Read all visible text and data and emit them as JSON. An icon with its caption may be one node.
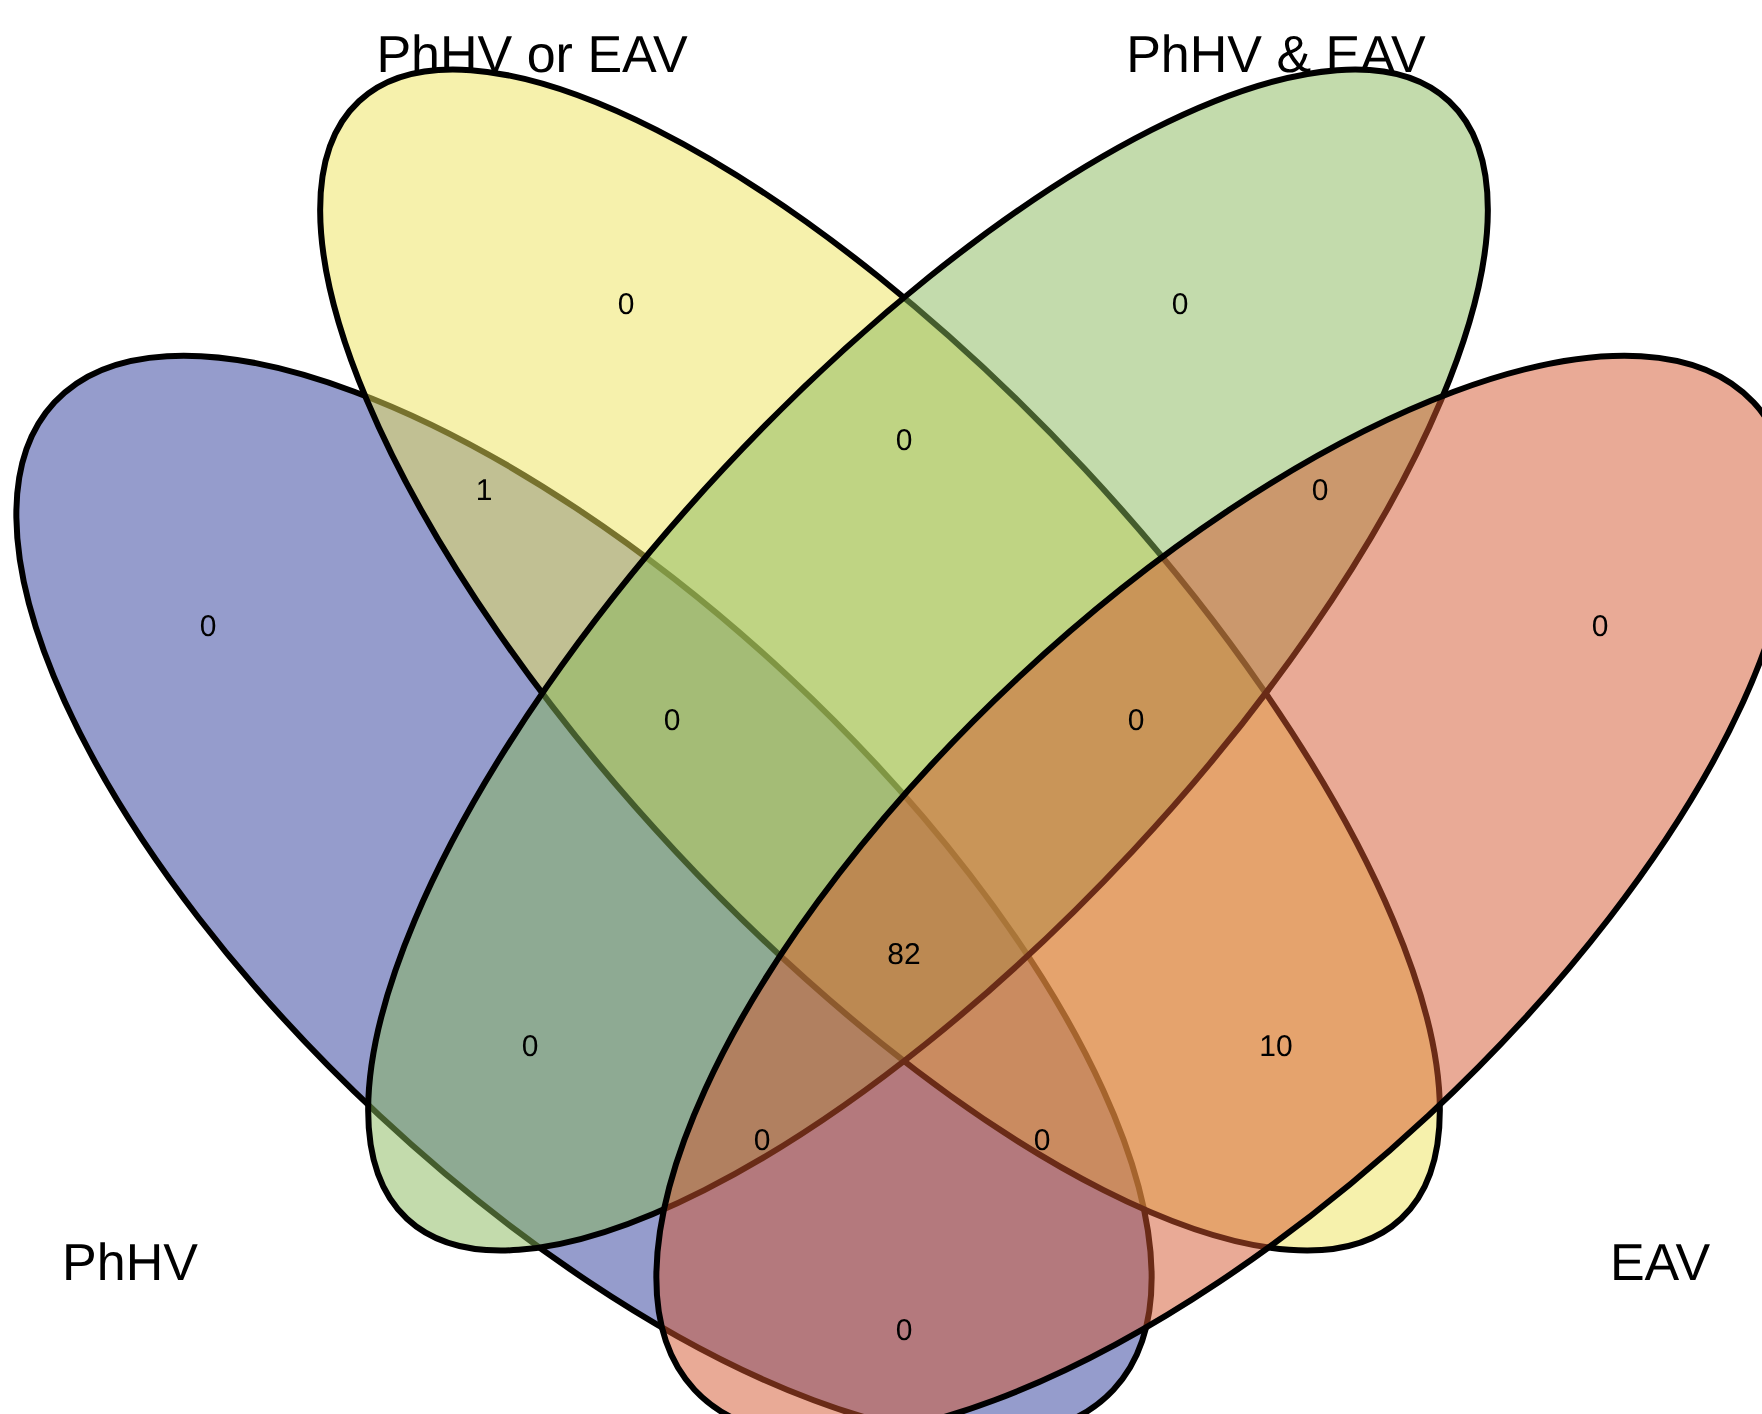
{
  "diagram": {
    "nodes": [
      {
        "text": [
          "PhHV"
        ]
      },
      {
        "text": [
          "PhHV or EAV"
        ]
      },
      {
        "text": [
          "PhHV & EAV"
        ]
      },
      {
        "text": [
          "EAV"
        ]
      }
    ],
    "labels": [
      "0",
      "0",
      "0",
      "1",
      "0",
      "0",
      "0",
      "0",
      "0",
      "82",
      "0",
      "10",
      "0",
      "0",
      "0"
    ]
  }
}
